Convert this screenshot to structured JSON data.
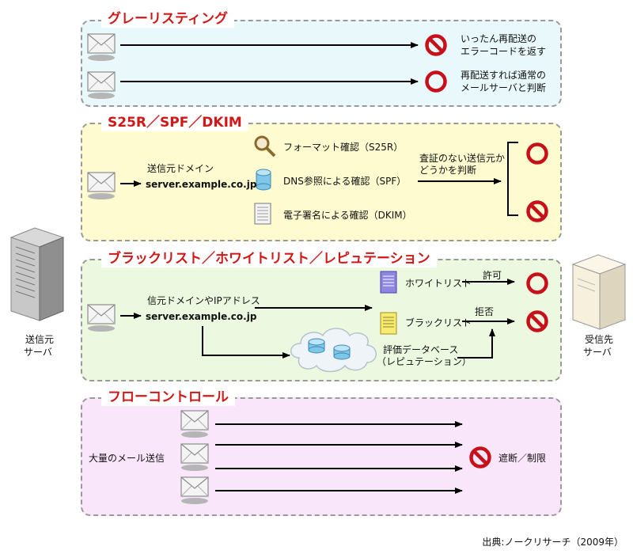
{
  "greylisting": {
    "title": "グレーリスティング",
    "reject_text": [
      "いったん再配送の",
      "エラーコードを返す"
    ],
    "accept_text": [
      "再配送すれば通常の",
      "メールサーバと判断"
    ]
  },
  "s25r": {
    "title": "S25R／SPF／DKIM",
    "domain_label": "送信元ドメイン",
    "domain_value": "server.example.co.jp",
    "check_format": "フォーマット確認（S25R）",
    "check_dns": "DNS参照による確認（SPF）",
    "check_sign": "電子署名による確認（DKIM）",
    "judge_text": [
      "査証のない送信元か",
      "どうかを判断"
    ]
  },
  "blacklist": {
    "title": "ブラックリスト／ホワイトリスト／レピュテーション",
    "domain_label": "信元ドメインやIPアドレス",
    "domain_value": "server.example.co.jp",
    "whitelist": "ホワイトリスト",
    "blacklist": "ブラックリスト",
    "allow": "許可",
    "deny": "拒否",
    "reputation": [
      "評価データベース",
      "（レピュテーション）"
    ]
  },
  "flow": {
    "title": "フローコントロール",
    "mass_mail": "大量のメール送信",
    "result": "遮断／制限"
  },
  "sender_server": [
    "送信元",
    "サーバ"
  ],
  "receiver_server": [
    "受信先",
    "サーバ"
  ],
  "source": "出典:ノークリサーチ（2009年）",
  "colors": {
    "title_red": "#d01818",
    "panel_grey": "#e8f8fb",
    "panel_yellow": "#fdfbcf",
    "panel_green": "#ecf8df",
    "panel_pink": "#fae6fa",
    "stop_red": "#c8101a"
  }
}
